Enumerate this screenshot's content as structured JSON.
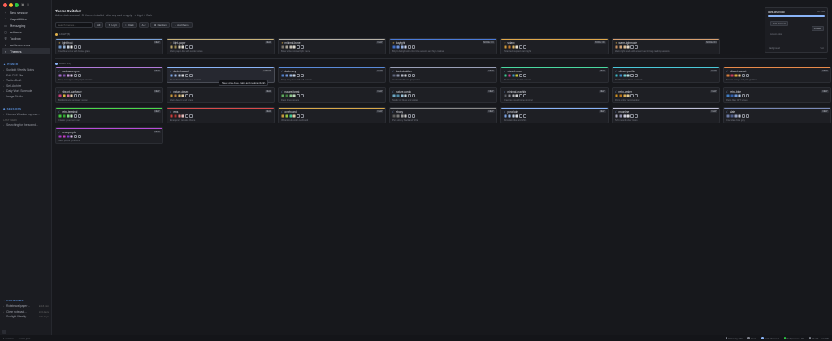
{
  "window": {
    "traffic": [
      "#ff5f57",
      "#febc2e",
      "#28c840"
    ]
  },
  "sidebar": {
    "nav": [
      {
        "label": "New session",
        "icon": "plus-icon"
      },
      {
        "label": "Capabilities",
        "icon": "bolt-icon"
      },
      {
        "label": "Messaging",
        "icon": "chat-icon"
      },
      {
        "label": "Artifacts",
        "icon": "box-icon"
      },
      {
        "label": "Toolbox",
        "icon": "wrench-icon"
      },
      {
        "label": "Achievements",
        "icon": "star-icon"
      },
      {
        "label": "Themes",
        "icon": "palette-icon"
      }
    ],
    "pinned_header": "PINNED",
    "pinned": [
      "Sunlight Weekly Notes",
      "Edit CSS File",
      "Twitter Draft",
      "Self-Archive",
      "Daily Work Schedule",
      "Image Studio"
    ],
    "sessions_header": "SESSIONS",
    "sessions": [
      {
        "label": "Hermes Window Improve...",
        "time": ""
      }
    ],
    "sessions_sub": "LAST WEEK",
    "sessions_old": [
      {
        "label": "Searching for the sound...",
        "time": ""
      }
    ],
    "cron_header": "CRON JOBS",
    "cron": [
      {
        "label": "Rotate wallpaper ...",
        "time": "in 16 min"
      },
      {
        "label": "Clear notepad ...",
        "time": "in 3 days"
      },
      {
        "label": "Sunlight Weekly ...",
        "time": "in 6 days"
      }
    ]
  },
  "main": {
    "title": "Theme Switcher",
    "subtitle": "Active: dark-charcoal · 35 themes installed · click any card to apply · ☀ Light  ☾ Dark",
    "search_placeholder": "Search themes...",
    "toolbar": [
      {
        "label": "All"
      },
      {
        "label": "Light"
      },
      {
        "label": "Dark"
      },
      {
        "label": "A-Z"
      },
      {
        "label": "Random"
      },
      {
        "label": "Add theme"
      }
    ],
    "light_group": "LIGHT (6)",
    "dark_group": "DARK (23)",
    "light_color": "#e0b04a",
    "dark_color": "#8ab4f8"
  },
  "light_themes": [
    {
      "name": "light-frost",
      "tag": "NEW",
      "bar": "#7aa2d8",
      "sw": [
        "#7aa2d8",
        "#a8c5e8",
        "#dde6f0",
        "#ffffff"
      ],
      "desc": "Cool blue tones with frosted glass"
    },
    {
      "name": "light-paper",
      "tag": "NEW",
      "bar": "#c9b37a",
      "sw": [
        "#c9b37a",
        "#a89860",
        "#e8e0c8",
        "#f7f3e8"
      ],
      "desc": "Warm paper-like with subtle texture"
    },
    {
      "name": "minimal-bone",
      "tag": "NEW",
      "bar": "#b8b2a6",
      "sw": [
        "#8a847a",
        "#b8b2a6",
        "#d8d3c8",
        "#efece4"
      ],
      "desc": "Bone white minimal light theme"
    },
    {
      "name": "daylight",
      "tag": "MODE ON",
      "bar": "#4a7ad8",
      "sw": [
        "#4a7ad8",
        "#7aa2f0",
        "#a8c5f8",
        "#dde6ff"
      ],
      "desc": "Bright daylight with crisp blue accents and high contrast"
    },
    {
      "name": "solarix",
      "tag": "MODE ON",
      "bar": "#e0a84a",
      "sw": [
        "#e0a84a",
        "#d88a3a",
        "#f0c878",
        "#fdf6e3"
      ],
      "desc": "Solarized inspired warm light"
    },
    {
      "name": "warm-lightmode",
      "tag": "MODE ON",
      "bar": "#d8a070",
      "sw": [
        "#d8a070",
        "#e8b888",
        "#f0d0a8",
        "#fbf0e0"
      ],
      "desc": "Warm light mode with amber hue for long reading sessions"
    }
  ],
  "dark_themes": [
    {
      "name": "dark-aubergine",
      "tag": "NEW",
      "bar": "#b07ad8",
      "sw": [
        "#b07ad8",
        "#8a5ab8",
        "#d8a8f0",
        "#e8d8f8"
      ],
      "desc": "Deep aubergine with purple accents"
    },
    {
      "name": "dark-charcoal",
      "tag": "ACTIVE",
      "bar": "#8ab4f8",
      "sw": [
        "#8ab4f8",
        "#a8c5f8",
        "#c8d8f0",
        "#e8ecf4"
      ],
      "desc": "Sleek charcoal, calm and neutral",
      "selected": true
    },
    {
      "name": "dark-navy",
      "tag": "NEW",
      "bar": "#5a8ad8",
      "sw": [
        "#5a8ad8",
        "#7aa2e8",
        "#a8c5f0",
        "#d8e4f8"
      ],
      "desc": "Deep navy blue with soft accents"
    },
    {
      "name": "dark-obsidian",
      "tag": "NEW",
      "bar": "#9aa0b8",
      "sw": [
        "#6a7088",
        "#9aa0b8",
        "#c0c4d4",
        "#e0e2ea"
      ],
      "desc": "Jet black with cool grey tones"
    },
    {
      "name": "vibrant-neon",
      "tag": "NEW",
      "bar": "#4ad8a0",
      "sw": [
        "#4ad8a0",
        "#d84a9a",
        "#4aa8d8",
        "#d8d84a"
      ],
      "desc": "Electric neon on dark canvas"
    },
    {
      "name": "vibrant-pacific",
      "tag": "NEW",
      "bar": "#4ac8d8",
      "sw": [
        "#4ac8d8",
        "#4a98d8",
        "#7ae0e8",
        "#c8f0f4"
      ],
      "desc": "Pacific ocean blues and teals"
    },
    {
      "name": "vibrant-sunset",
      "tag": "NEW",
      "bar": "#e88a4a",
      "sw": [
        "#e88a4a",
        "#d84a6a",
        "#f0b84a",
        "#f8d8a8"
      ],
      "desc": "Sunset orange and pink gradient"
    },
    {
      "name": "vibrant-sunflower",
      "tag": "NEW",
      "bar": "#d84a8a",
      "sw": [
        "#d84a8a",
        "#f0c84a",
        "#e87aa8",
        "#f8e0c0"
      ],
      "desc": "Bold pink and sunflower yellow"
    },
    {
      "name": "nature-desert",
      "tag": "NEW",
      "bar": "#d8a84a",
      "sw": [
        "#d8a84a",
        "#c88a4a",
        "#e8c878",
        "#f4e0b8"
      ],
      "desc": "Warm desert sand tones"
    },
    {
      "name": "nature-forest",
      "tag": "NEW",
      "bar": "#6ab86a",
      "sw": [
        "#6ab86a",
        "#4a8a4a",
        "#9ad89a",
        "#d0ecd0"
      ],
      "desc": "Deep forest greens"
    },
    {
      "name": "nature-nordic",
      "tag": "NEW",
      "bar": "#7ab8d8",
      "sw": [
        "#7ab8d8",
        "#5a98b8",
        "#a8d0e8",
        "#dceaf2"
      ],
      "desc": "Nordic icy blues and whites"
    },
    {
      "name": "minimal-graphite",
      "tag": "NEW",
      "bar": "#9a9ca4",
      "sw": [
        "#6a6c74",
        "#9a9ca4",
        "#c0c2c8",
        "#e4e5e8"
      ],
      "desc": "Graphite monochrome minimal"
    },
    {
      "name": "retro-amber",
      "tag": "NEW",
      "bar": "#e0a030",
      "sw": [
        "#e0a030",
        "#c88020",
        "#f0c060",
        "#f8e0a8"
      ],
      "desc": "Retro amber terminal glow"
    },
    {
      "name": "retro-blue",
      "tag": "NEW",
      "bar": "#4a8ad8",
      "sw": [
        "#4a8ad8",
        "#3a6ab8",
        "#7aa8f0",
        "#c8dcf8"
      ],
      "desc": "Retro blue CRT screen"
    },
    {
      "name": "retro-terminal",
      "tag": "NEW",
      "bar": "#4ad84a",
      "sw": [
        "#4ad84a",
        "#3ab83a",
        "#8af08a",
        "#d0f8d0"
      ],
      "desc": "Classic green terminal"
    },
    {
      "name": "ems",
      "tag": "NEW",
      "bar": "#d84a4a",
      "sw": [
        "#d84a4a",
        "#b83a3a",
        "#f08a8a",
        "#f8d0d0"
      ],
      "desc": "Emergency red alert theme"
    },
    {
      "name": "overboard",
      "tag": "NEW",
      "bar": "#d8a84a",
      "sw": [
        "#d8a84a",
        "#a8d84a",
        "#4ad8a8",
        "#f0e0b8"
      ],
      "desc": "Vibrant multi-color overboard"
    },
    {
      "name": "ebony",
      "tag": "NEW",
      "bar": "#8a8a8a",
      "sw": [
        "#6a6a6a",
        "#8a8a8a",
        "#b0b0b0",
        "#e0e0e0"
      ],
      "desc": "Pure ebony black and white"
    },
    {
      "name": "porcelain",
      "tag": "NEW",
      "bar": "#8ab4f8",
      "sw": [
        "#8ab4f8",
        "#a8c8f8",
        "#d0e0f8",
        "#f0f4fc"
      ],
      "desc": "Porcelain blue and white"
    },
    {
      "name": "moonline",
      "tag": "NEW",
      "bar": "#c0c0d8",
      "sw": [
        "#c0c0d8",
        "#a0a0c0",
        "#e0e0f0",
        "#f4f4fa"
      ],
      "desc": "Soft moonlit silver tones"
    },
    {
      "name": "slate",
      "tag": "NEW",
      "bar": "#7a8ab8",
      "sw": [
        "#7a8ab8",
        "#5a6a98",
        "#a8b4d8",
        "#d8dcec"
      ],
      "desc": "Cool slate blue grey"
    },
    {
      "name": "neon-purple",
      "tag": "NEW",
      "bar": "#b84ad8",
      "sw": [
        "#b84ad8",
        "#d84ad8",
        "#8a4ad8",
        "#e8c8f8"
      ],
      "desc": "Neon purple cyberpunk"
    }
  ],
  "tooltip": "Sleek gray-blue, calm and neutral (dark)",
  "preview": {
    "title": "dark-charcoal",
    "badge": "ACTIVE",
    "chip1": "dark-charcoal",
    "chip2": "Preview",
    "label1": "Accent color",
    "label2": "Background",
    "label3": "Text"
  },
  "status": {
    "left": [
      "1 session",
      "3 cron jobs"
    ],
    "right": [
      "Gateway: Idle",
      "Local",
      "dark-charcoal",
      "Subprocess: Ok",
      "v0.4.2 · macOS"
    ]
  }
}
